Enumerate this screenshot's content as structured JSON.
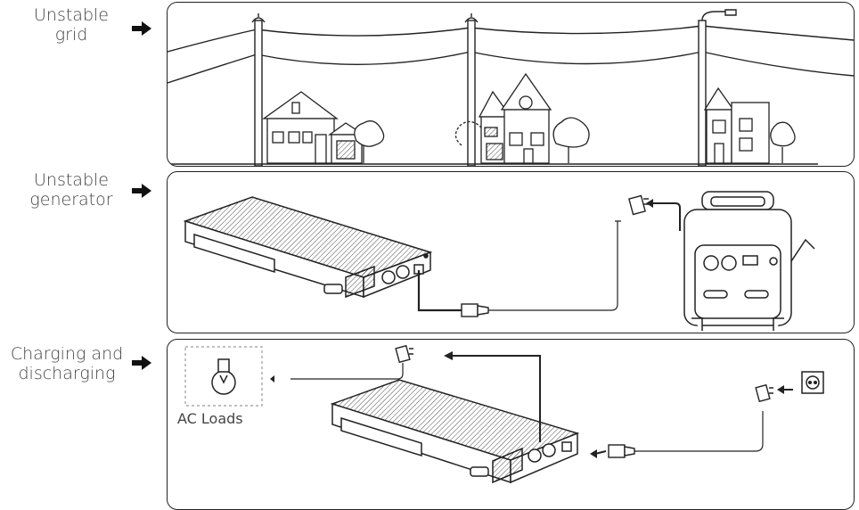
{
  "rows": [
    {
      "label_line1": "Unstable",
      "label_line2": "grid"
    },
    {
      "label_line1": "Unstable",
      "label_line2": "generator"
    },
    {
      "label_line1": "Charging and",
      "label_line2": "discharging"
    }
  ],
  "ac_loads_label": "AC Loads",
  "colors": {
    "stroke": "#222222",
    "text": "#444444",
    "dashed": "#999999"
  },
  "icons": [
    "right-arrow-icon",
    "power-pole-icon",
    "house-icon",
    "tree-icon",
    "street-lamp-icon",
    "power-station-icon",
    "power-plug-icon",
    "generator-icon",
    "light-bulb-icon",
    "wall-socket-icon"
  ]
}
